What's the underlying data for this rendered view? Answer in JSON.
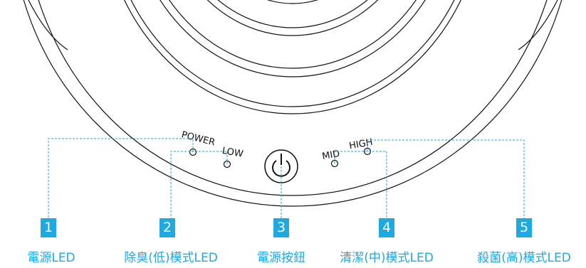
{
  "panel": {
    "power_label": "POWER",
    "low_label": "LOW",
    "mid_label": "MID",
    "high_label": "HIGH"
  },
  "callouts": [
    {
      "number": "1",
      "caption": "電源LED"
    },
    {
      "number": "2",
      "caption": "除臭(低)模式LED"
    },
    {
      "number": "3",
      "caption": "電源按鈕"
    },
    {
      "number": "4",
      "caption": "清潔(中)模式LED"
    },
    {
      "number": "5",
      "caption": "殺菌(高)模式LED"
    }
  ],
  "colors": {
    "accent": "#1ea9e1",
    "line": "#111111"
  }
}
